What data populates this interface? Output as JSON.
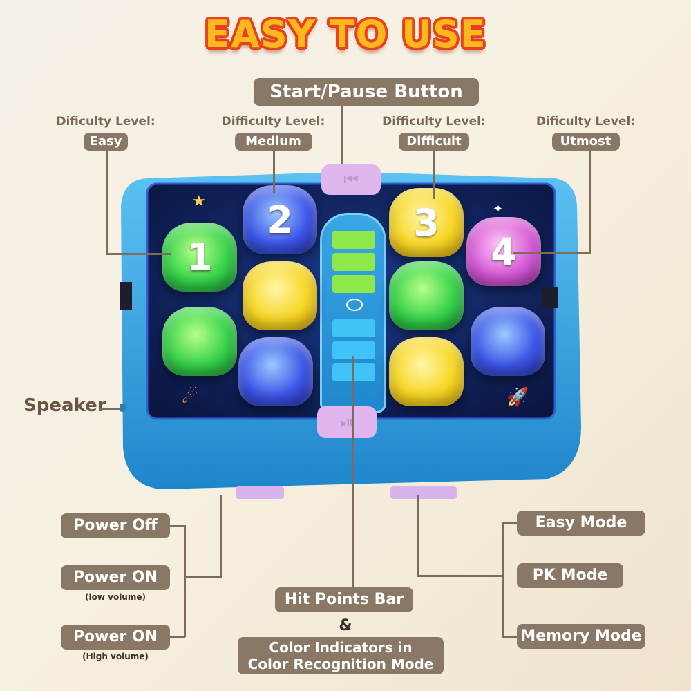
{
  "headline": "EASY TO USE",
  "top": {
    "start_pause": "Start/Pause Button",
    "levels": [
      {
        "title": "Dificulty Level:",
        "value": "Easy"
      },
      {
        "title": "Difficulty Level:",
        "value": "Medium"
      },
      {
        "title": "Difficulty Level:",
        "value": "Difficult"
      },
      {
        "title": "Dificulty Level:",
        "value": "Utmost"
      }
    ]
  },
  "speaker": "Speaker",
  "device": {
    "moles": [
      {
        "label": "1",
        "color": "green"
      },
      {
        "label": "2",
        "color": "blue"
      },
      {
        "label": "",
        "color": "yellow"
      },
      {
        "label": "",
        "color": "green"
      },
      {
        "label": "",
        "color": "blue"
      },
      {
        "label": "3",
        "color": "yellow"
      },
      {
        "label": "4",
        "color": "pink"
      },
      {
        "label": "",
        "color": "green"
      },
      {
        "label": "",
        "color": "blue"
      },
      {
        "label": "",
        "color": "yellow"
      }
    ],
    "colors": {
      "body": "#3aa7e6",
      "screen": "#0d1b4a",
      "button": "#e0b6ef"
    }
  },
  "power": {
    "off": "Power Off",
    "on_low": "Power ON",
    "on_low_note": "(low volume)",
    "on_high": "Power ON",
    "on_high_note": "(High volume)"
  },
  "center": {
    "hit_points": "Hit Points Bar",
    "amp": "&",
    "color_line1": "Color Indicators in",
    "color_line2": "Color Recognition Mode"
  },
  "modes": {
    "easy": "Easy Mode",
    "pk": "PK Mode",
    "memory": "Memory Mode"
  }
}
